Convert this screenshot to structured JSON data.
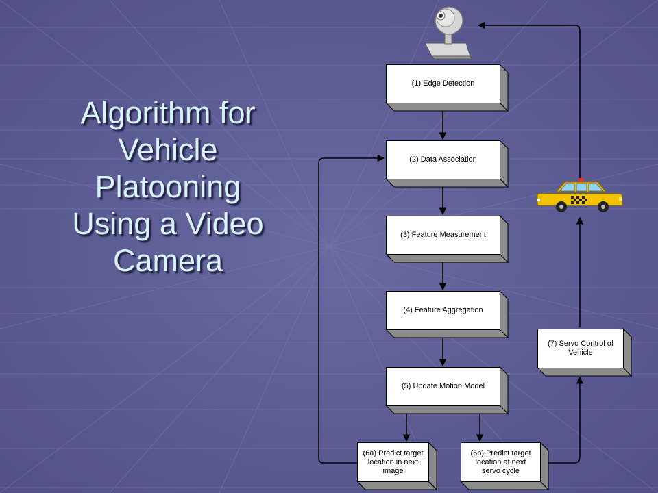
{
  "slide": {
    "title_lines": [
      "Algorithm for",
      "Vehicle",
      "Platooning",
      "Using a Video",
      "Camera"
    ]
  },
  "diagram": {
    "steps": {
      "s1": "(1) Edge Detection",
      "s2": "(2) Data Association",
      "s3": "(3) Feature Measurement",
      "s4": "(4) Feature Aggregation",
      "s5": "(5) Update Motion Model",
      "s6a": [
        "(6a) Predict target",
        "location in next",
        "image"
      ],
      "s6b": [
        "(6b) Predict target",
        "location at next",
        "servo cycle"
      ],
      "s7": [
        "(7) Servo Control of",
        "Vehicle"
      ]
    },
    "icons": {
      "camera": "video-camera-icon",
      "vehicle": "taxi-icon"
    },
    "colors": {
      "background": "#5a5a8e",
      "title_text": "#d9f2fb",
      "taxi_yellow": "#f2c200"
    }
  }
}
